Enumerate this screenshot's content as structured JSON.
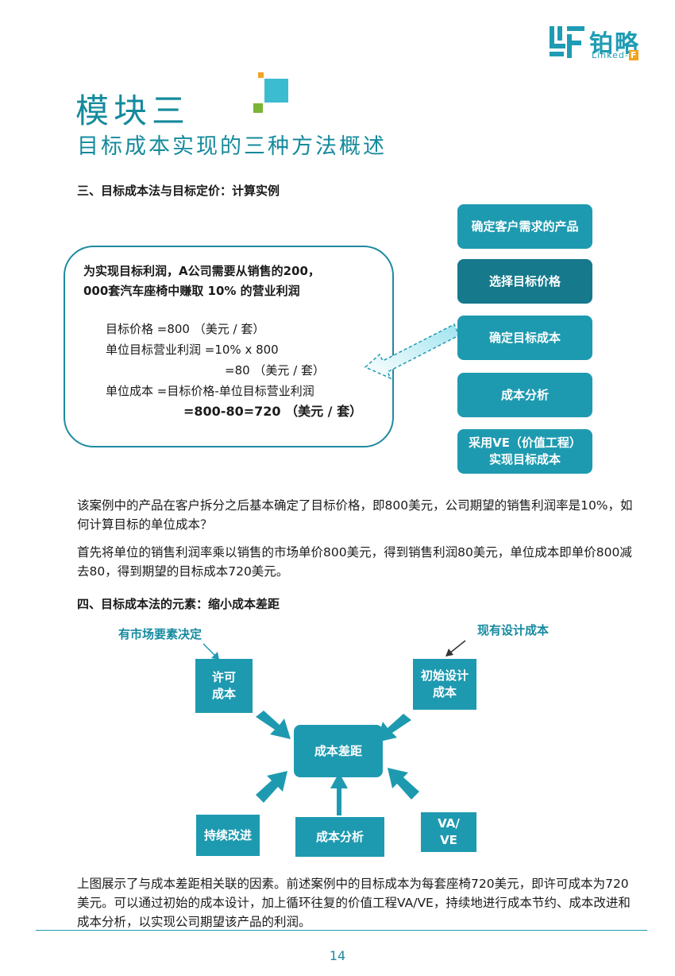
{
  "logo": {
    "cn": "铂略",
    "en_prefix": "Linked-",
    "en_suffix": "F"
  },
  "heading": {
    "title": "模块三",
    "subtitle": "目标成本实现的三种方法概述"
  },
  "section3": {
    "title": "三、目标成本法与目标定价：计算实例",
    "example": {
      "intro1": "为实现目标利润，A公司需要从销售的200，",
      "intro2": "000套汽车座椅中赚取 10% 的营业利润",
      "l1": "目标价格   =800 （美元 / 套）",
      "l2": "单位目标营业利润  =10% x 800",
      "l3": "=80 （美元 / 套）",
      "l4": "单位成本  =目标价格-单位目标营业利润",
      "l5": "=800-80=720 （美元 / 套）"
    },
    "steps": [
      "确定客户需求的产品",
      "选择目标价格",
      "确定目标成本",
      "成本分析",
      "采用VE（价值工程）实现目标成本"
    ]
  },
  "para1": "该案例中的产品在客户拆分之后基本确定了目标价格，即800美元，公司期望的销售利润率是10%，如何计算目标的单位成本？",
  "para2": "首先将单位的销售利润率乘以销售的市场单价800美元，得到销售利润80美元，单位成本即单价800减去80，得到期望的目标成本720美元。",
  "section4": {
    "title": "四、目标成本法的元素：缩小成本差距",
    "note_market": "有市场要素决定",
    "note_design": "现有设计成本",
    "allowable": "许可成本",
    "initial": "初始设计成本",
    "gap": "成本差距",
    "continuous": "持续改进",
    "analysis": "成本分析",
    "vave": "VA/VE"
  },
  "para3": "上图展示了与成本差距相关联的因素。前述案例中的目标成本为每套座椅720美元，即许可成本为720美元。可以通过初始的成本设计，加上循环往复的价值工程VA/VE，持续地进行成本节约、成本改进和成本分析，以实现公司期望该产品的利润。",
  "page_number": "14",
  "colors": {
    "teal": "#1e9ab0",
    "dark_teal": "#16798c",
    "title_teal": "#148a9c",
    "orange": "#f0a326",
    "green": "#7ab536"
  }
}
